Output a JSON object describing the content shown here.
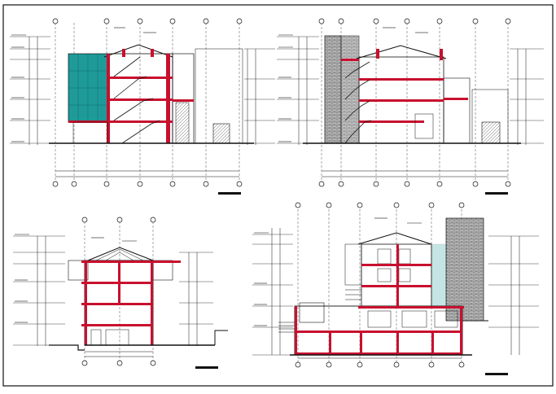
{
  "drawing": {
    "type": "architectural building sections",
    "view_count": 4,
    "views": [
      {
        "id": "section-1",
        "position": "top-left",
        "has_teal_glazing": true,
        "has_stair": true
      },
      {
        "id": "section-2",
        "position": "top-right",
        "has_brick_tower": true,
        "has_stair": true
      },
      {
        "id": "section-3",
        "position": "bottom-left",
        "has_hip_roof": true
      },
      {
        "id": "section-4",
        "position": "bottom-right",
        "has_brick_tower": true,
        "has_basement": true
      }
    ],
    "colors": {
      "line": "#111111",
      "slab": "#c8102e",
      "teal_glass": "#1e9a99",
      "brick": "#8a8a8a",
      "paper": "#ffffff"
    }
  }
}
